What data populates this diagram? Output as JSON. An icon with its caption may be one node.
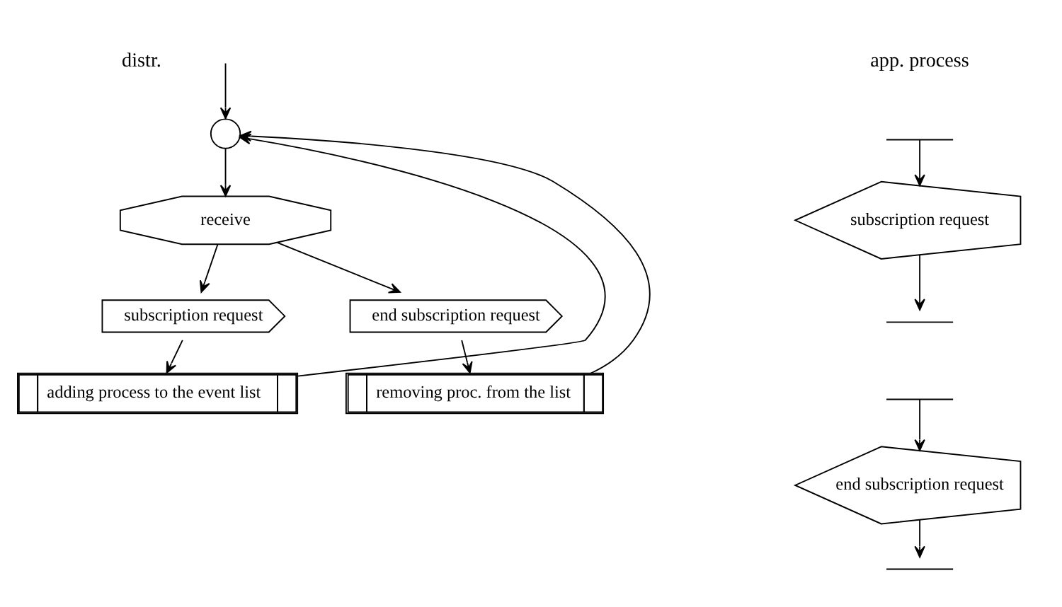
{
  "diagram": {
    "nodes": [
      {
        "text": [],
        "shape": "circle"
      },
      {
        "text": [
          "receive"
        ]
      },
      {
        "text": [
          "subscription request"
        ]
      },
      {
        "text": [
          "end subscription request"
        ]
      },
      {
        "text": [
          "adding process to the event list"
        ]
      },
      {
        "text": [
          "removing proc. from the list"
        ]
      },
      {
        "text": [],
        "shape": "wave"
      },
      {
        "text": [
          "subscription request"
        ]
      },
      {
        "text": [],
        "shape": "wave"
      },
      {
        "text": [],
        "shape": "wave"
      },
      {
        "text": [
          "end subscription request"
        ]
      },
      {
        "text": [],
        "shape": "wave"
      }
    ],
    "edges": [
      {
        "from": null,
        "to": 0,
        "arrow": "to"
      },
      {
        "from": 0,
        "to": 1,
        "arrow": "to"
      },
      {
        "from": 1,
        "to": 2,
        "arrow": "to"
      },
      {
        "from": 1,
        "to": 3,
        "arrow": "to"
      },
      {
        "from": 2,
        "to": 4,
        "arrow": "to"
      },
      {
        "from": 3,
        "to": 5,
        "arrow": "to"
      },
      {
        "from": 4,
        "to": 0,
        "arrow": "to"
      },
      {
        "from": 5,
        "to": 0,
        "arrow": "to"
      },
      {
        "from": 6,
        "to": 7,
        "arrow": "to"
      },
      {
        "from": 7,
        "to": 8,
        "arrow": "to"
      },
      {
        "from": 9,
        "to": 10,
        "arrow": "to"
      },
      {
        "from": 10,
        "to": 11,
        "arrow": "to"
      }
    ],
    "labels": [
      "distr.",
      "app. process"
    ]
  }
}
